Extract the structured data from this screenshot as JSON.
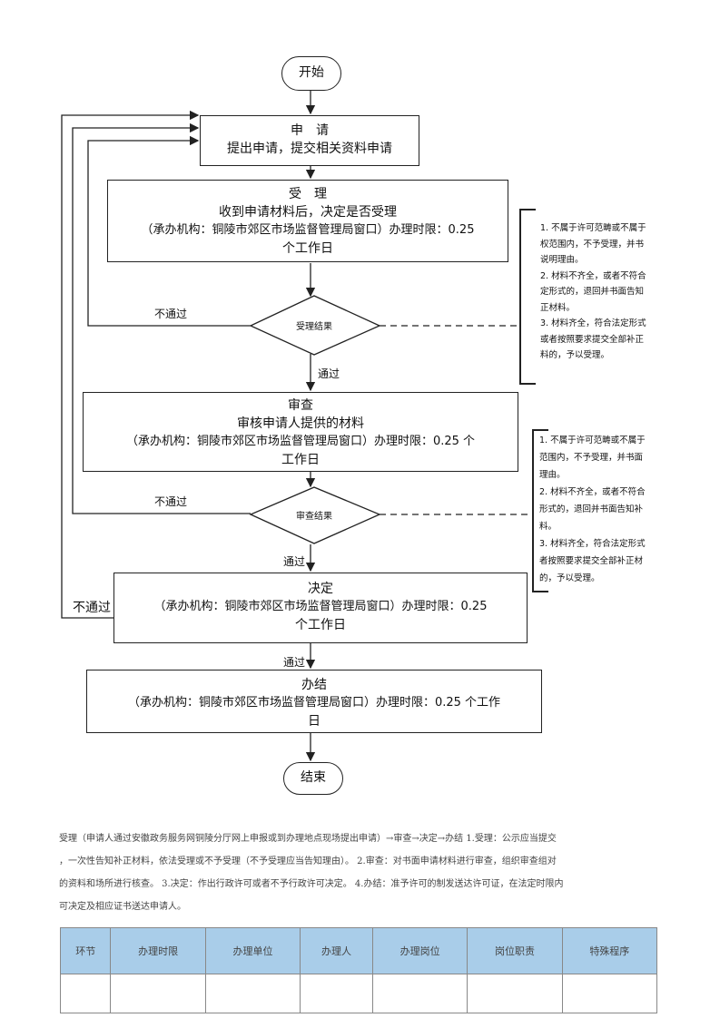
{
  "flowchart": {
    "start": "开始",
    "end": "结束",
    "apply": {
      "title": "申　请",
      "line1": "提出申请，提交相关资料申请"
    },
    "accept": {
      "title": "受　理",
      "line1": "收到申请材料后，决定是否受理",
      "line2": "（承办机构：铜陵市郊区市场监督管理局窗口）办理时限：0.25",
      "line3": "个工作日"
    },
    "review": {
      "title": "审查",
      "line1": "审核申请人提供的材料",
      "line2": "（承办机构：铜陵市郊区市场监督管理局窗口）办理时限：0.25 个",
      "line3": "工作日"
    },
    "decide": {
      "title": "决定",
      "line1": "（承办机构：铜陵市郊区市场监督管理局窗口）办理时限：0.25",
      "line2": "个工作日"
    },
    "finish": {
      "title": "办结",
      "line1": "（承办机构：铜陵市郊区市场监督管理局窗口）办理时限：0.25 个工作",
      "line2": "日"
    },
    "diamond1": "受理结果",
    "diamond2": "审查结果",
    "labels": {
      "fail1": "不通过",
      "pass1": "通过",
      "fail2": "不通过",
      "pass2": "通过",
      "fail3": "不通过",
      "pass3": "通过"
    },
    "note1": [
      "1. 不属于许可范畴或不属于",
      "权范围内，不予受理，并书",
      "说明理由。",
      "2. 材料不齐全，或者不符合",
      "定形式的，退回并书面告知",
      "正材料。",
      "3. 材料齐全，符合法定形式",
      "或者按照要求提交全部补正",
      "料的，予以受理。"
    ],
    "note2": [
      "1. 不属于许可范畴或不属于",
      "范围内，不予受理，并书面",
      "理由。",
      "2. 材料不齐全，或者不符合",
      "形式的，退回并书面告知补",
      "料。",
      "3. 材料齐全，符合法定形式",
      "者按照要求提交全部补正材",
      "的，予以受理。"
    ]
  },
  "paragraph": [
    "受理（申请人通过安徽政务服务网铜陵分厅网上申报或到办理地点现场提出申请）→审查→决定→办结 1.受理：公示应当提交",
    "，一次性告知补正材料，依法受理或不予受理（不予受理应当告知理由）。 2.审查：对书面申请材料进行审查，组织审查组对",
    "的资料和场所进行核查。 3.决定：作出行政许可或者不予行政许可决定。 4.办结：准予许可的制发送达许可证，在法定时限内",
    "可决定及相应证书送达申请人。"
  ],
  "table": {
    "headers": [
      "环节",
      "办理时限",
      "办理单位",
      "办理人",
      "办理岗位",
      "岗位职责",
      "特殊程序"
    ]
  }
}
